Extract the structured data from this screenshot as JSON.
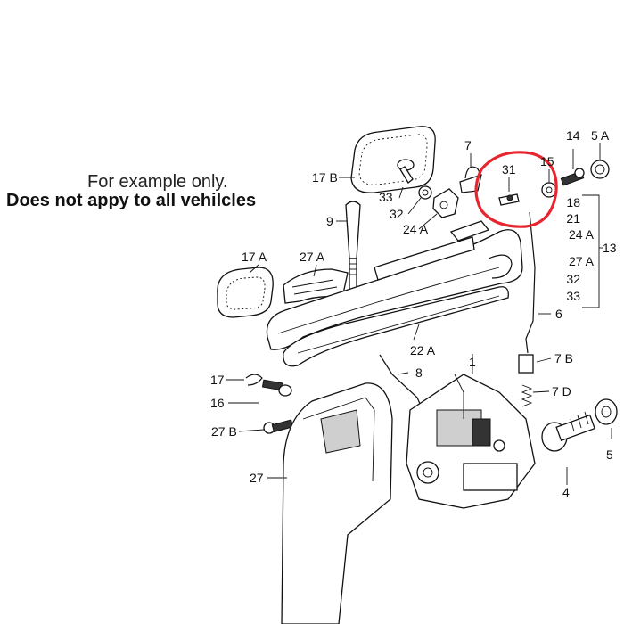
{
  "note": {
    "line1": "For example only.",
    "line2": "Does not appy to all vehilcles"
  },
  "highlight_color": "#e8242f",
  "callouts": {
    "c1": "1",
    "c4": "4",
    "c5": "5",
    "c5a": "5 A",
    "c6": "6",
    "c7": "7",
    "c7b": "7 B",
    "c7d": "7 D",
    "c8": "8",
    "c9": "9",
    "c13": "13",
    "c14": "14",
    "c15": "15",
    "c16": "16",
    "c17": "17",
    "c17a": "17 A",
    "c17b_top": "17 B",
    "c22a": "22 A",
    "c24a_left": "24 A",
    "c27": "27",
    "c27a_mid": "27 A",
    "c27b": "27 B",
    "c31": "31",
    "c32": "32",
    "c33": "33"
  },
  "bracket_list": [
    "18",
    "21",
    "24 A",
    "27 A",
    "32",
    "33"
  ]
}
